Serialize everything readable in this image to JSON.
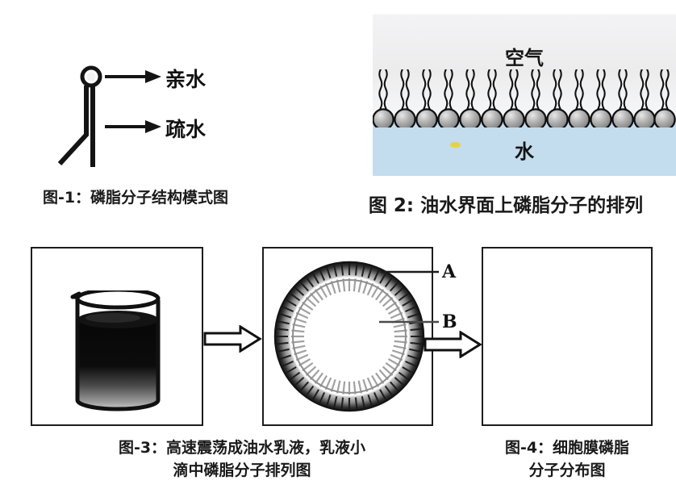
{
  "figure1": {
    "caption": "图-1：磷脂分子结构模式图",
    "head_label": "亲水",
    "tail_label": "疏水",
    "head_icon": "phospholipid-head-circle-icon",
    "arrow_icon": "solid-arrow-right-icon"
  },
  "figure2": {
    "caption": "图 2: 油水界面上磷脂分子的排列",
    "air_label": "空气",
    "water_label": "水",
    "molecule_count": 14,
    "colors": {
      "air": "#ececed",
      "water": "#c3dcee",
      "head_sphere": "#9a9a9a",
      "speck": "#e8d23c"
    }
  },
  "figure3": {
    "caption_line1": "图-3：高速震荡成油水乳液，乳液小",
    "caption_line2": "滴中磷脂分子排列图",
    "beaker_icon": "beaker-with-dark-liquid-icon",
    "vesicle_icon": "phospholipid-vesicle-bilayer-icon",
    "label_a": "A",
    "label_b": "B",
    "arrow_icon": "hollow-block-arrow-right-icon"
  },
  "figure4": {
    "caption_line1": "图-4：细胞膜磷脂",
    "caption_line2": "分子分布图",
    "panel_state": "empty"
  }
}
